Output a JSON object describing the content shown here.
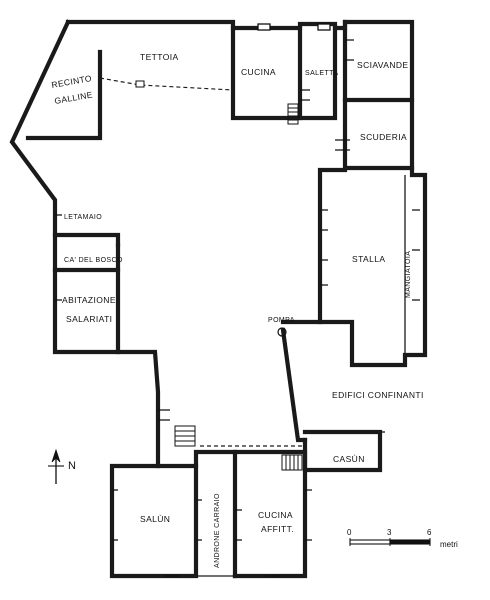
{
  "rooms": {
    "tettoia": "TETTOIA",
    "cucina": "CUCINA",
    "saletta": "SALETTA",
    "sciavande": "SCIAVANDE",
    "scuderia": "SCUDERIA",
    "recinto_line1": "RECINTO",
    "recinto_line2": "GALLINE",
    "letamaio": "LETAMAIO",
    "ca_del_bosco": "CA' DEL BOSCO",
    "abitazione_line1": "ABITAZIONE",
    "abitazione_line2": "SALARIATI",
    "stalla": "STALLA",
    "mangiatoia": "MANGIATOIA",
    "pompa": "POMPA",
    "edifici_confinanti": "EDIFICI CONFINANTI",
    "casun": "CASÙN",
    "salun": "SALÙN",
    "androne_carraio": "ANDRONE CARRAIO",
    "cucina_affitt_line1": "CUCINA",
    "cucina_affitt_line2": "AFFITT."
  },
  "north": {
    "label": "N"
  },
  "scale": {
    "ticks": [
      "0",
      "3",
      "6"
    ],
    "unit": "metri"
  }
}
